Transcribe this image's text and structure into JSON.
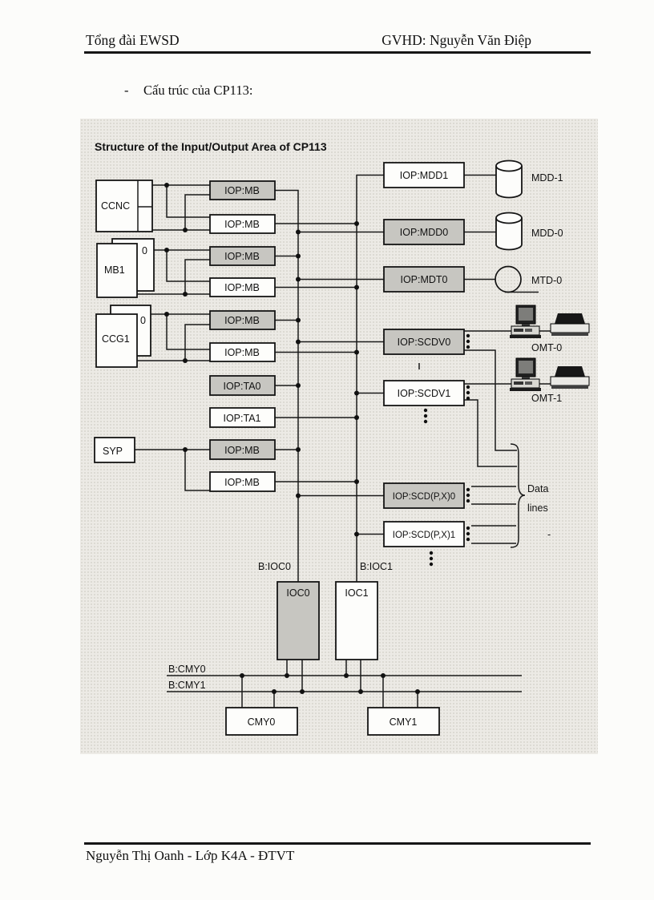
{
  "header": {
    "left": "Tổng đài EWSD",
    "right": "GVHD: Nguyễn Văn Điệp"
  },
  "intro": {
    "marker": "-",
    "text": "Cấu trúc của CP113:"
  },
  "footer": {
    "text": "Nguyễn Thị Oanh - Lớp K4A - ĐTVT"
  },
  "diagram": {
    "title": "Structure of the Input/Output Area of CP113",
    "labels": {
      "ccnc": "CCNC",
      "mb1": "MB1",
      "ccg1": "CCG1",
      "syp": "SYP",
      "zero": "0",
      "iop_mb": "IOP:MB",
      "iop_ta0": "IOP:TA0",
      "iop_ta1": "IOP:TA1",
      "iop_mdd1": "IOP:MDD1",
      "iop_mdd0": "IOP:MDD0",
      "iop_mdt0": "IOP:MDT0",
      "iop_scdv0": "IOP:SCDV0",
      "iop_scdv1": "IOP:SCDV1",
      "iop_scdpx0": "IOP:SCD(P,X)0",
      "iop_scdpx1": "IOP:SCD(P,X)1",
      "mdd1": "MDD-1",
      "mdd0": "MDD-0",
      "mtd0": "MTD-0",
      "omt0": "OMT-0",
      "omt1": "OMT-1",
      "data_lines_1": "Data",
      "data_lines_2": "lines",
      "b_ioc0": "B:IOC0",
      "b_ioc1": "B:IOC1",
      "ioc0": "IOC0",
      "ioc1": "IOC1",
      "b_cmy0": "B:CMY0",
      "b_cmy1": "B:CMY1",
      "cmy0": "CMY0",
      "cmy1": "CMY1",
      "stray_dash": "-"
    },
    "colors": {
      "shaded_box": "#c7c6c1",
      "white_box": "#fdfdfb",
      "wire": "#1a1a1a",
      "background": "#eceae5"
    }
  }
}
